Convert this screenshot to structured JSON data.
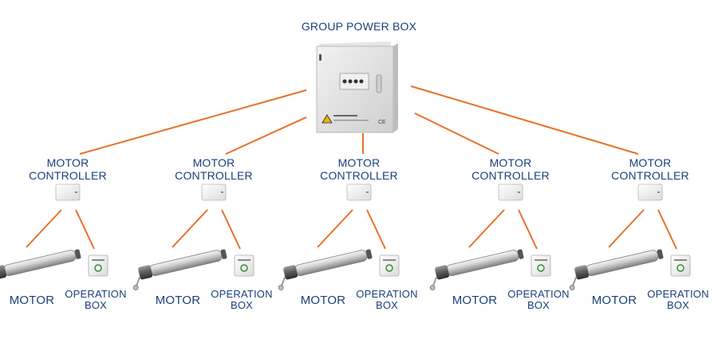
{
  "diagram": {
    "title": "GROUP POWER BOX",
    "line_color": "#e8702a",
    "label_color": "#1c3f7a",
    "groups": [
      {
        "controller_line1": "MOTOR",
        "controller_line2": "CONTROLLER",
        "motor": "MOTOR",
        "op_line1": "OPERATION",
        "op_line2": "BOX"
      },
      {
        "controller_line1": "MOTOR",
        "controller_line2": "CONTROLLER",
        "motor": "MOTOR",
        "op_line1": "OPERATION",
        "op_line2": "BOX"
      },
      {
        "controller_line1": "MOTOR",
        "controller_line2": "CONTROLLER",
        "motor": "MOTOR",
        "op_line1": "OPERATION",
        "op_line2": "BOX"
      },
      {
        "controller_line1": "MOTOR",
        "controller_line2": "CONTROLLER",
        "motor": "MOTOR",
        "op_line1": "OPERATION",
        "op_line2": "BOX"
      },
      {
        "controller_line1": "MOTOR",
        "controller_line2": "CONTROLLER",
        "motor": "MOTOR",
        "op_line1": "OPERATION",
        "op_line2": "BOX"
      }
    ]
  }
}
